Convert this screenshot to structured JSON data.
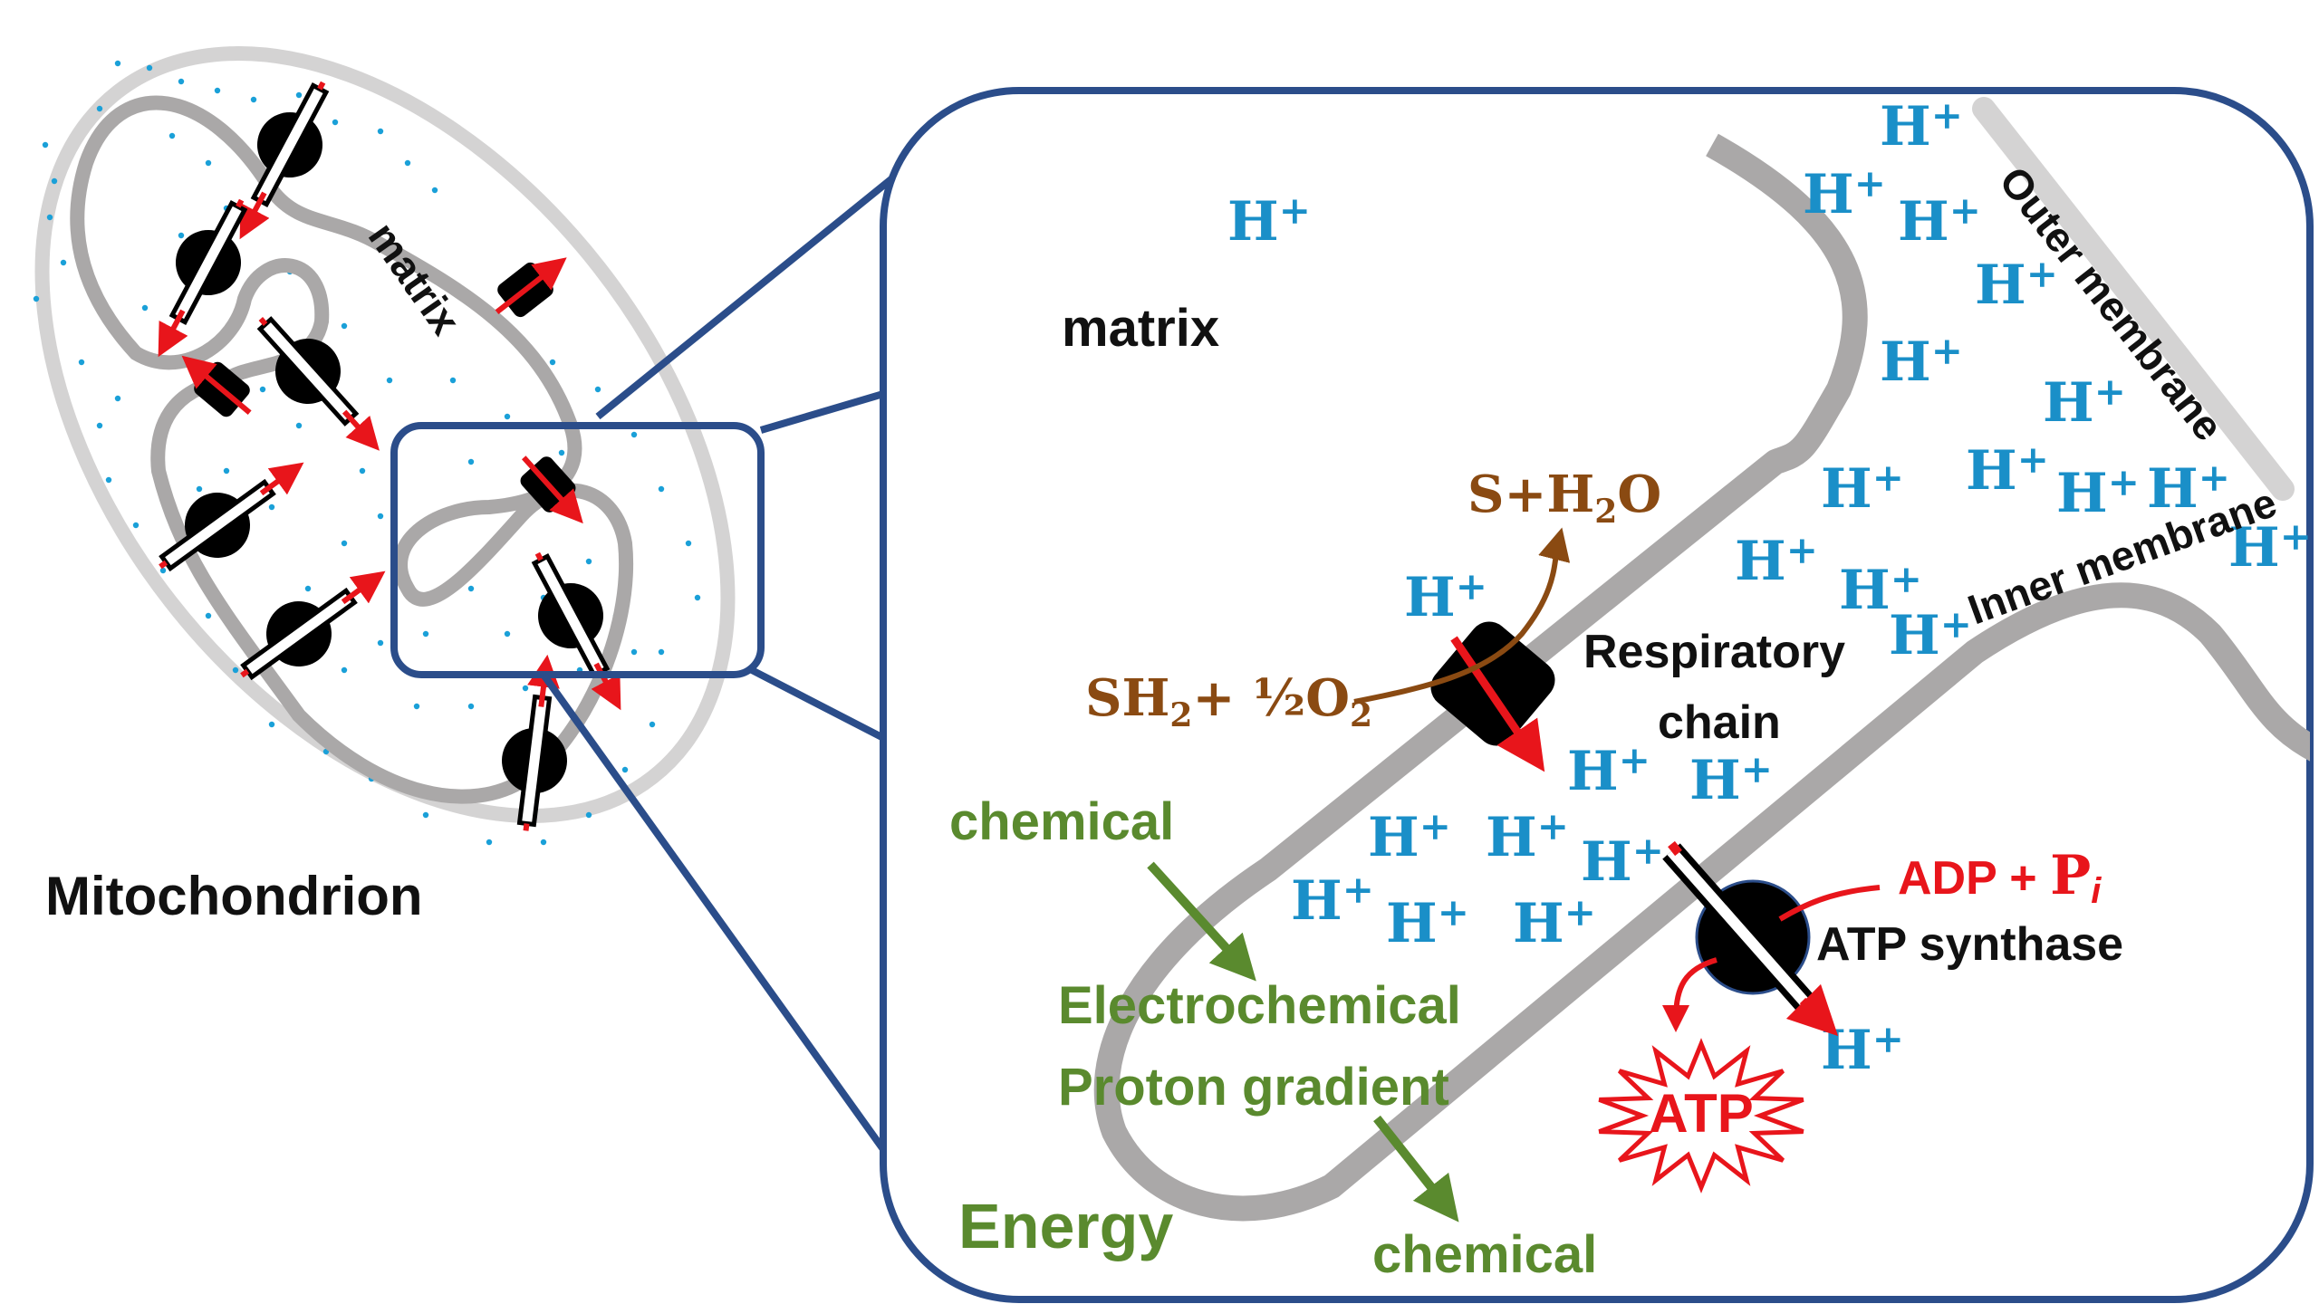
{
  "labels": {
    "mitochondrion": "Mitochondrion",
    "matrix_small": "matrix",
    "matrix_big": "matrix",
    "outer_membrane": "Outer membrane",
    "inner_membrane": "Inner membrane",
    "respiratory_chain_line1": "Respiratory",
    "respiratory_chain_line2": "chain",
    "atp_synthase": "ATP synthase",
    "adp": "ADP + ",
    "pi_p": "P",
    "pi_i": "i",
    "atp": "ATP",
    "chemical_top": "chemical",
    "electrochemical": "Electrochemical",
    "proton_gradient": "Proton gradient",
    "chemical_bottom": "chemical",
    "energy": "Energy"
  },
  "reaction": {
    "substrate_s": "S",
    "substrate_h": "H",
    "substrate_sub2": "2",
    "substrate_plus": "+ ½O",
    "substrate_o_sub": "2",
    "product_s": "S+H",
    "product_sub": "2",
    "product_o": "O"
  },
  "proton": {
    "symbol": "H",
    "charge": "+"
  },
  "colors": {
    "membrane_inner": "#aaa8a8",
    "membrane_outer": "#d4d3d3",
    "frame_blue": "#2b4d8a",
    "proton_blue": "#1a8fc8",
    "arrow_red": "#e8151b",
    "green": "#5a8a2e",
    "brown": "#8a4a12"
  }
}
